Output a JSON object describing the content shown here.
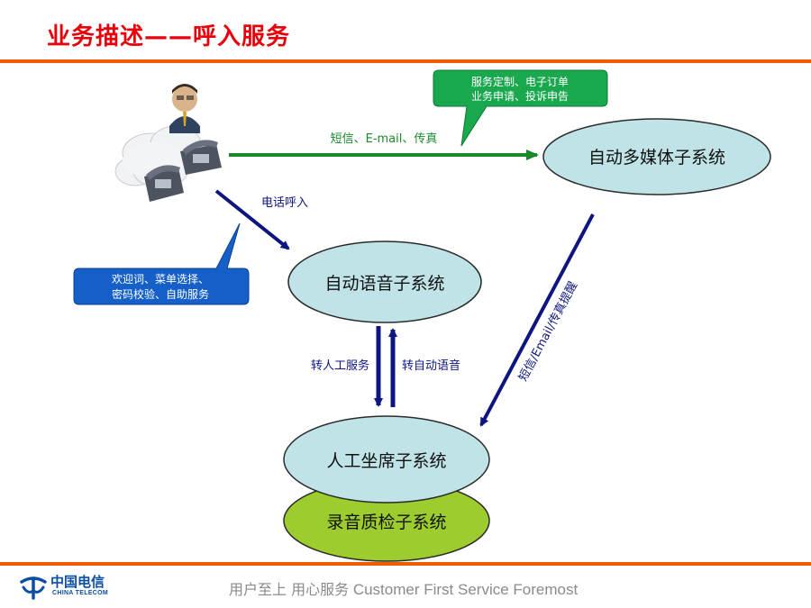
{
  "title": "业务描述——呼入服务",
  "nodes": {
    "multimedia": "自动多媒体子系统",
    "voice": "自动语音子系统",
    "agent": "人工坐席子系统",
    "recording": "录音质检子系统"
  },
  "callouts": {
    "green_line1": "服务定制、电子订单",
    "green_line2": "业务申请、投诉申告",
    "blue_line1": "欢迎词、菜单选择、",
    "blue_line2": "密码校验、自助服务"
  },
  "edge_labels": {
    "sms_email_fax": "短信、E-mail、传真",
    "phone_call_in": "电话呼入",
    "to_manual": "转人工服务",
    "to_auto_voice": "转自动语音",
    "reminder": "短信/Email/传真提醒"
  },
  "footer": {
    "logo_cn": "中国电信",
    "logo_en": "CHINA TELECOM",
    "slogan_cn": "用户至上 用心服务",
    "slogan_en": "Customer First Service Foremost"
  },
  "colors": {
    "title": "#e8000b",
    "rule": "#f05a00",
    "ellipse_fill": "#bfe3e6",
    "recording_fill": "#9ccc2e",
    "green_callout": "#1aa84f",
    "blue_callout": "#1560c8",
    "navy_arrow": "#0d1680",
    "green_arrow": "#188a2a"
  },
  "icons": [
    "customer-person-icon",
    "cloud-icon",
    "telephone-icon",
    "china-telecom-logo-icon"
  ]
}
